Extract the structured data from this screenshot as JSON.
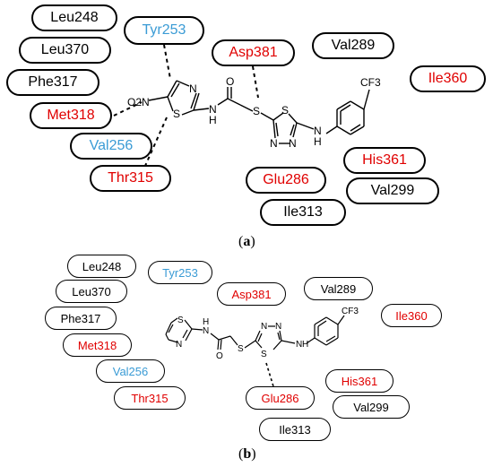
{
  "panel_a": {
    "residues": [
      {
        "label": "Leu248",
        "color": "black"
      },
      {
        "label": "Tyr253",
        "color": "blue"
      },
      {
        "label": "Leu370",
        "color": "black"
      },
      {
        "label": "Asp381",
        "color": "red"
      },
      {
        "label": "Val289",
        "color": "black"
      },
      {
        "label": "Phe317",
        "color": "black"
      },
      {
        "label": "Ile360",
        "color": "red"
      },
      {
        "label": "Met318",
        "color": "red"
      },
      {
        "label": "Val256",
        "color": "blue"
      },
      {
        "label": "His361",
        "color": "red"
      },
      {
        "label": "Thr315",
        "color": "red"
      },
      {
        "label": "Glu286",
        "color": "red"
      },
      {
        "label": "Val299",
        "color": "black"
      },
      {
        "label": "Ile313",
        "color": "black"
      }
    ],
    "caption": {
      "open": "(",
      "letter": "a",
      "close": ")"
    },
    "atoms": {
      "n_thiazole": "N",
      "s_thiazole": "S",
      "no2": "O2N",
      "nh_amide": "N",
      "h_amide": "H",
      "o_carbonyl": "O",
      "s_linker": "S",
      "s_thiadiazole": "S",
      "n_thiadiazole_1": "N",
      "n_thiadiazole_2": "N",
      "nh_aniline": "N",
      "h_aniline": "H",
      "cf3": "CF3"
    }
  },
  "panel_b": {
    "residues": [
      {
        "label": "Leu248",
        "color": "black"
      },
      {
        "label": "Tyr253",
        "color": "blue"
      },
      {
        "label": "Leu370",
        "color": "black"
      },
      {
        "label": "Asp381",
        "color": "red"
      },
      {
        "label": "Val289",
        "color": "black"
      },
      {
        "label": "Phe317",
        "color": "black"
      },
      {
        "label": "Ile360",
        "color": "red"
      },
      {
        "label": "Met318",
        "color": "red"
      },
      {
        "label": "Val256",
        "color": "blue"
      },
      {
        "label": "His361",
        "color": "red"
      },
      {
        "label": "Thr315",
        "color": "red"
      },
      {
        "label": "Val299",
        "color": "black"
      },
      {
        "label": "Glu286",
        "color": "red"
      },
      {
        "label": "Ile313",
        "color": "black"
      }
    ],
    "caption": {
      "open": "(",
      "letter": "b",
      "close": ")"
    },
    "atoms": {
      "n_thiazole": "N",
      "s_thiazole": "S",
      "nh_amide": "N",
      "h_amide": "H",
      "o_carbonyl": "O",
      "s_linker": "S",
      "s_thiadiazole": "S",
      "n_thiadiazole_1": "N",
      "n_thiadiazole_2": "N",
      "nh_aniline": "N",
      "h_aniline": "H",
      "cf3": "CF3"
    }
  },
  "colors": {
    "black": "#000000",
    "red": "#e00000",
    "blue": "#3a9bd5"
  }
}
